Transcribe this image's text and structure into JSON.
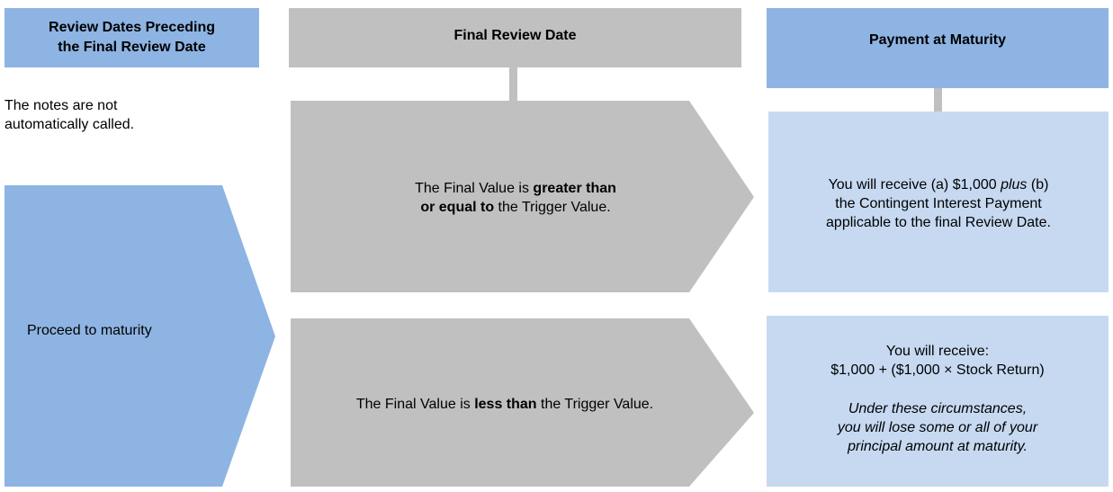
{
  "headers": {
    "left": [
      "Review Dates Preceding",
      "the Final Review Date"
    ],
    "middle": "Final Review Date",
    "right": "Payment at Maturity"
  },
  "left_note": [
    "The notes are not",
    "automatically called."
  ],
  "proceed_label": "Proceed to maturity",
  "condition_top": {
    "line1_pre": "The Final Value is ",
    "line1_bold": "greater than",
    "line2_bold": "or equal to",
    "line2_post": " the Trigger Value."
  },
  "condition_bottom": {
    "pre": "The Final Value is ",
    "bold": "less than",
    "post": " the Trigger Value."
  },
  "payment_top": {
    "line1_pre": "You will receive (a) $1,000 ",
    "line1_italic": "plus",
    "line1_post": " (b)",
    "line2": "the Contingent Interest Payment",
    "line3": "applicable to the final Review Date."
  },
  "payment_bottom": {
    "line1": "You will receive:",
    "line2": "$1,000 + ($1,000 × Stock Return)",
    "italic1": "Under these circumstances,",
    "italic2": "you will lose some or all of your",
    "italic3": "principal amount at maturity."
  },
  "colors": {
    "blue_header": "#8eb4e3",
    "blue_light": "#c6d9f1",
    "gray": "#c0c0c0"
  }
}
